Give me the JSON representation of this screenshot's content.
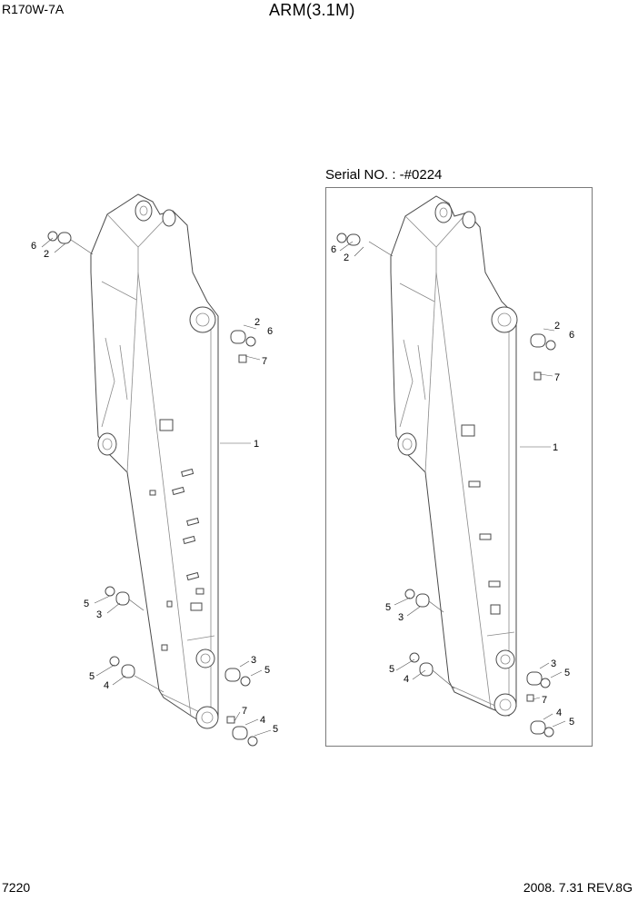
{
  "header": {
    "model": "R170W-7A",
    "title": "ARM(3.1M)"
  },
  "detail": {
    "serial_label": "Serial NO. : -#0224"
  },
  "footer": {
    "page_number": "7220",
    "revision": "2008. 7.31  REV.8G"
  },
  "callouts": {
    "left": [
      "6",
      "2",
      "2",
      "6",
      "7",
      "1",
      "5",
      "3",
      "3",
      "5",
      "5",
      "4",
      "7",
      "4",
      "5"
    ],
    "right": [
      "6",
      "2",
      "2",
      "6",
      "7",
      "1",
      "5",
      "3",
      "3",
      "5",
      "5",
      "4",
      "7",
      "4",
      "5"
    ]
  }
}
